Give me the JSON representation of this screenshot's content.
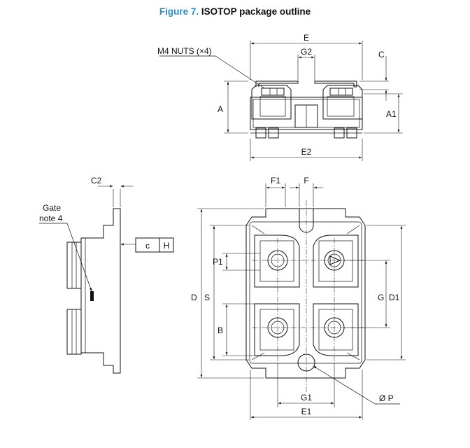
{
  "figure": {
    "number": "Figure 7.",
    "title": "ISOTOP package outline"
  },
  "top_view": {
    "callout": "M4 NUTS (×4)",
    "dims": {
      "E": "E",
      "G2": "G2",
      "C": "C",
      "A": "A",
      "A1": "A1",
      "E2": "E2"
    }
  },
  "side_view": {
    "gate_label": "Gate",
    "gate_note": "note 4",
    "dims": {
      "C2": "C2"
    },
    "tolerance_box": {
      "symbol": "c",
      "datum": "H"
    }
  },
  "plan_view": {
    "dims": {
      "F1": "F1",
      "F": "F",
      "D": "D",
      "S": "S",
      "P1": "P1",
      "B": "B",
      "G": "G",
      "D1": "D1",
      "G1": "G1",
      "E1": "E1",
      "P": "Ø P"
    }
  }
}
